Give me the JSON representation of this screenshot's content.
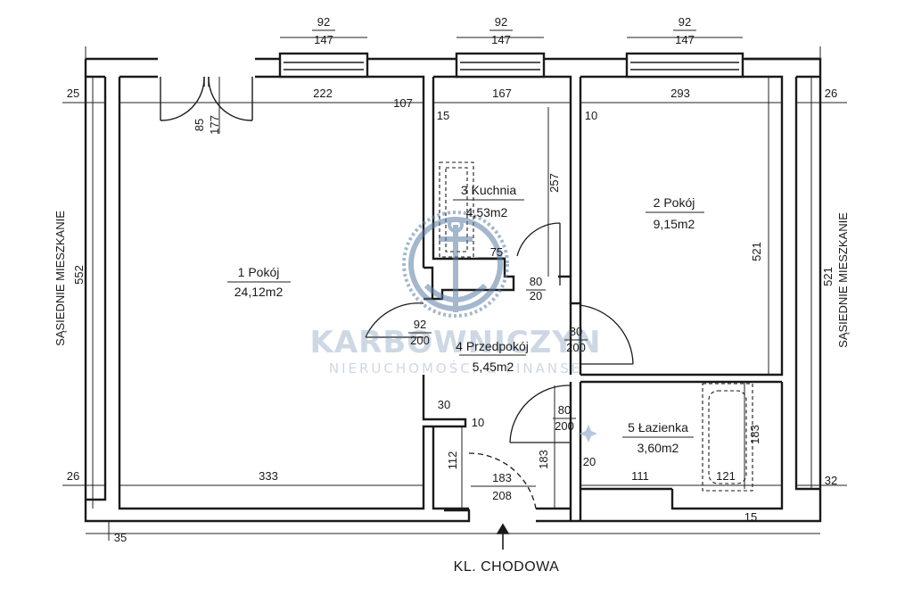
{
  "colors": {
    "wall": "#1a1a1a",
    "dim_line": "#222222",
    "watermark": "#5b7ea6"
  },
  "rooms": [
    {
      "num": "1",
      "name": "Pokój",
      "area": "24,12m2"
    },
    {
      "num": "2",
      "name": "Pokój",
      "area": "9,15m2"
    },
    {
      "num": "3",
      "name": "Kuchnia",
      "area": "4,53m2"
    },
    {
      "num": "4",
      "name": "Przedpokój",
      "area": "5,45m2"
    },
    {
      "num": "5",
      "name": "Łazienka",
      "area": "3,60m2"
    }
  ],
  "windows": [
    {
      "top": "92",
      "bottom": "147"
    },
    {
      "top": "92",
      "bottom": "147"
    },
    {
      "top": "92",
      "bottom": "147"
    }
  ],
  "doors": [
    {
      "top": "85",
      "bottom": "177"
    },
    {
      "top": "92",
      "bottom": "200"
    },
    {
      "top": "80",
      "bottom": "200"
    },
    {
      "top": "80",
      "bottom": "20"
    },
    {
      "top": "80",
      "bottom": "200"
    },
    {
      "top": "183",
      "bottom": "208"
    }
  ],
  "dimensions": {
    "w25": "25",
    "w26_top": "26",
    "w26_bot": "26",
    "w32": "32",
    "w35": "35",
    "d222": "222",
    "d107": "107",
    "d15_top": "15",
    "d167": "167",
    "d10_top": "10",
    "d293": "293",
    "d257": "257",
    "d521_left": "521",
    "d521_right": "521",
    "d552": "552",
    "d75": "75",
    "d333": "333",
    "d30": "30",
    "d10_mid": "10",
    "d112": "112",
    "d183_hall": "183",
    "d183_bath": "183",
    "d20": "20",
    "d111": "111",
    "d121": "121",
    "d15_bot": "15"
  },
  "side_labels": {
    "left": "SĄSIEDNIE MIESZKANIE",
    "right": "SĄSIEDNIE MIESZKANIE"
  },
  "entrance_label": "KL. CHODOWA",
  "watermark": {
    "title": "KARBOWNICZYN",
    "subtitle": "NIERUCHOMOŚCI & FINANSE"
  }
}
